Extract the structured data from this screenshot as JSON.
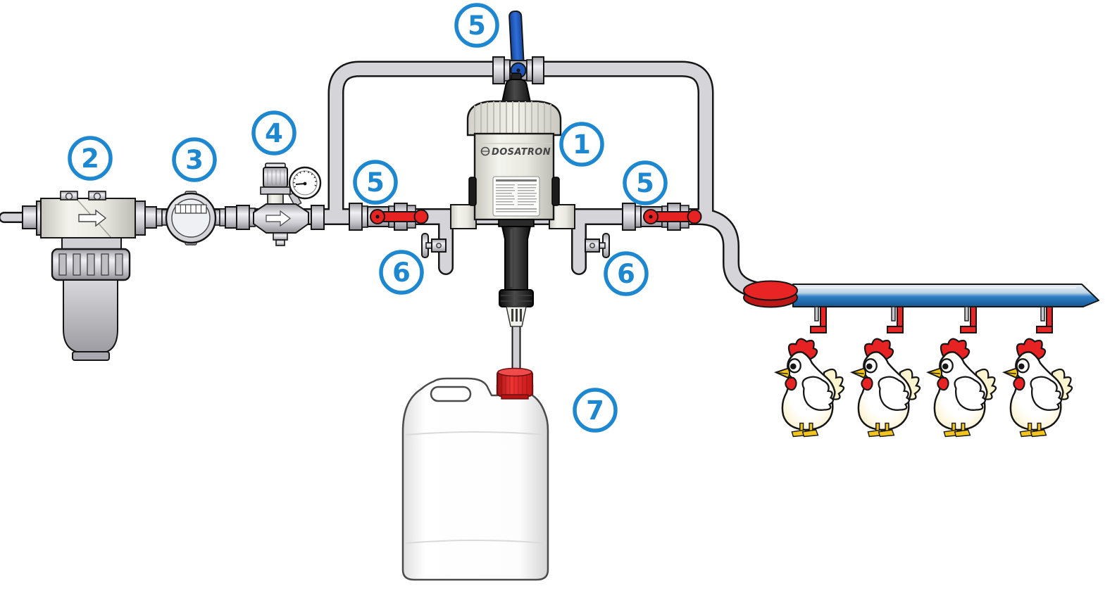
{
  "diagram": {
    "background": "#ffffff",
    "brand_label": "DOSATRON",
    "callouts": [
      {
        "label": "5",
        "target": "bypass-ball-valve"
      },
      {
        "label": "2",
        "target": "water-filter"
      },
      {
        "label": "3",
        "target": "water-meter"
      },
      {
        "label": "4",
        "target": "pressure-regulator"
      },
      {
        "label": "5",
        "target": "inlet-ball-valve"
      },
      {
        "label": "1",
        "target": "dosatron-dosing-pump"
      },
      {
        "label": "5",
        "target": "outlet-ball-valve"
      },
      {
        "label": "6",
        "target": "inlet-drain-valve"
      },
      {
        "label": "6",
        "target": "outlet-drain-valve"
      },
      {
        "label": "7",
        "target": "concentrate-container"
      }
    ],
    "scene": {
      "chickens": 4,
      "drinker_nipples": 4
    },
    "colors": {
      "callout_blue": "#1d87d0",
      "valve_red": "#e62222",
      "bypass_handle_blue": "#1d55b8",
      "pipe_gray": "#d5d5d9",
      "water_line_blue": "#2f7fc6",
      "container_cap_red": "#e82424",
      "chicken_comb_red": "#e62222",
      "chicken_yellow": "#f2c51d"
    }
  }
}
